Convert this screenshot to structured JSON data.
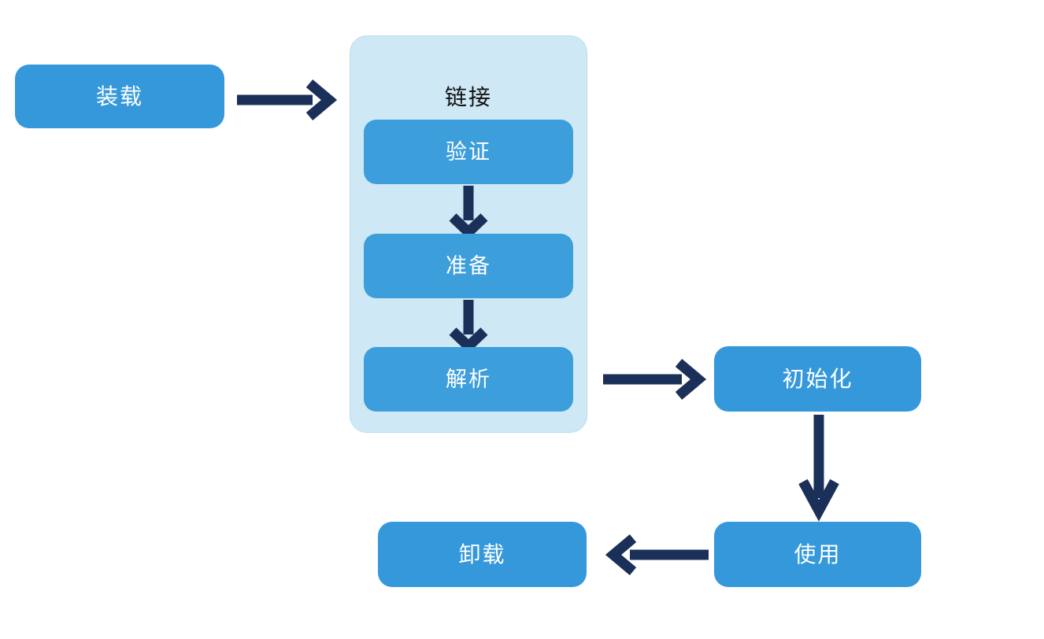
{
  "diagram": {
    "title": "",
    "colors": {
      "node_fill": "#3498db",
      "inner_node_fill": "#3c9edb",
      "group_fill": "#cfe8f5",
      "group_border": "#bcdcee",
      "arrow": "#1b3059",
      "node_text": "#ffffff",
      "group_title_text": "#111111",
      "background": "#ffffff"
    },
    "nodes": {
      "load": "装载",
      "link_group": "链接",
      "verify": "验证",
      "prepare": "准备",
      "resolve": "解析",
      "initialize": "初始化",
      "use": "使用",
      "unload": "卸载"
    },
    "edges": [
      {
        "id": "load-to-link",
        "from": "装载",
        "to": "链接",
        "direction": "right"
      },
      {
        "id": "verify-to-prepare",
        "from": "验证",
        "to": "准备",
        "direction": "down"
      },
      {
        "id": "prepare-to-resolve",
        "from": "准备",
        "to": "解析",
        "direction": "down"
      },
      {
        "id": "link-to-initialize",
        "from": "解析",
        "to": "初始化",
        "direction": "right"
      },
      {
        "id": "initialize-to-use",
        "from": "初始化",
        "to": "使用",
        "direction": "down"
      },
      {
        "id": "use-to-unload",
        "from": "使用",
        "to": "卸载",
        "direction": "left"
      }
    ]
  }
}
